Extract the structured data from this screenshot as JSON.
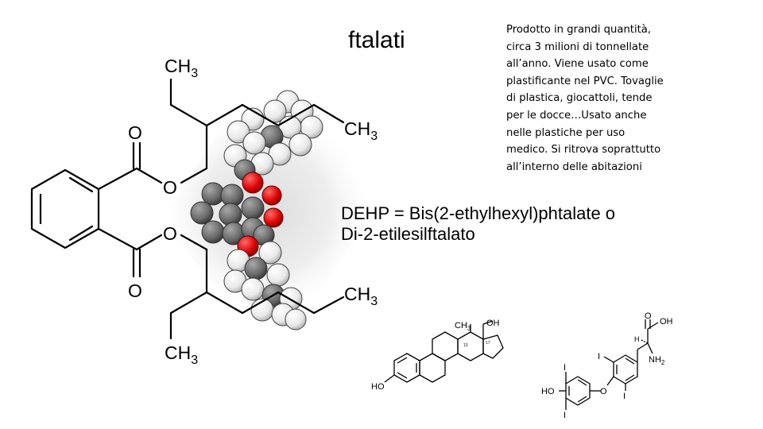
{
  "slide": {
    "title": "ftalati",
    "description_lines": [
      "Prodotto in grandi quantità,",
      "circa 3 milioni di tonnellate",
      "all’anno. Viene usato come",
      "plastificante nel PVC.  Tovaglie",
      "di plastica, giocattoli, tende",
      "per le docce…Usato anche",
      "nelle plastiche per uso",
      "medico. Si ritrova soprattutto",
      "all’interno delle abitazioni"
    ],
    "compound_lines": [
      "DEHP = Bis(2-ethylhexyl)phtalate o",
      "Di-2-etilesilftalato"
    ]
  },
  "dehp_structure": {
    "ch3": "CH",
    "subscript": "3",
    "oxygen": "O"
  },
  "estradiol": {
    "ch3": "CH",
    "subscript": "3",
    "oh": "OH",
    "ho": "HO",
    "c13": "13",
    "c17": "17"
  },
  "thyroxine": {
    "ho": "HO",
    "iodine": "I",
    "oxygen": "O",
    "hydrogen": "H",
    "nh2": "NH",
    "nh2_sub": "2",
    "carboxyl_o": "O",
    "carboxyl_oh": "OH"
  },
  "colors": {
    "text": "#000000",
    "carbon_atom": "#6a6a6a",
    "hydrogen_atom": "#f2f2f2",
    "oxygen_atom": "#e00000"
  }
}
